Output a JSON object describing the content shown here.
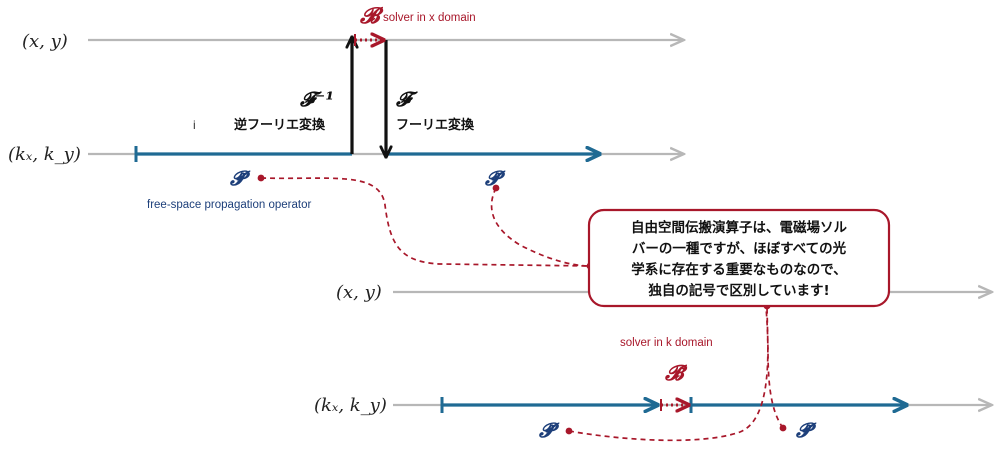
{
  "colors": {
    "axis": "#b7b7b7",
    "blue": "#1f6a93",
    "red": "#a8172a",
    "black": "#111111",
    "operator_blue": "#1d3f7a"
  },
  "top": {
    "label_xy": "(x, y)",
    "label_k": "(kₓ, k_y)",
    "b_symbol": "𝓑",
    "b_caption": "solver in x domain",
    "inv_symbol": "𝓕⁻¹",
    "inv_label": "逆フーリエ変換",
    "fwd_symbol": "𝓕",
    "fwd_label": "フーリエ変換",
    "stray_mark": "i",
    "p1_symbol": "𝓟̃",
    "p1_caption": "free-space propagation operator",
    "p2_symbol": "𝓟̃"
  },
  "bottom": {
    "label_xy": "(x, y)",
    "label_k": "(kₓ, k_y)",
    "b_caption": "solver in k domain",
    "b_symbol": "𝓑̃",
    "p1_symbol": "𝓟̃",
    "p2_symbol": "𝓟̃"
  },
  "callout": {
    "lines": [
      "自由空間伝搬演算子は、電磁場ソル",
      "バーの一種ですが、ほぼすべての光",
      "学系に存在する重要なものなので、",
      "独自の記号で区別しています!"
    ]
  }
}
